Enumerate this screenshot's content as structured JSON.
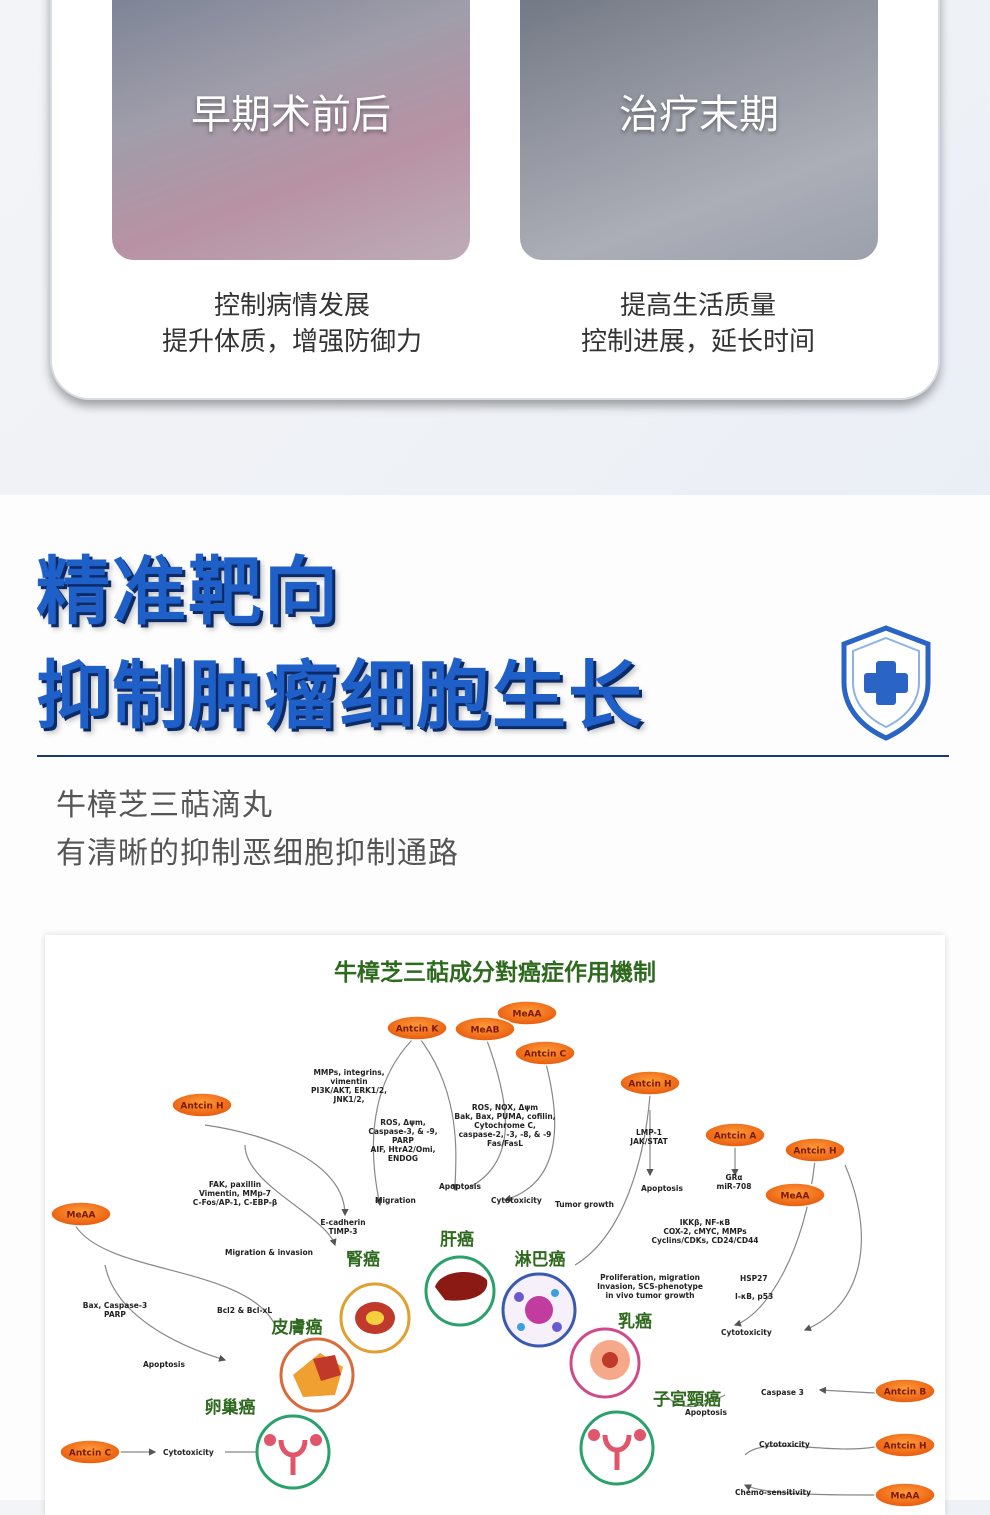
{
  "cards": [
    {
      "title": "早期术前后",
      "lines": [
        "控制病情发展",
        "提升体质，增强防御力"
      ]
    },
    {
      "title": "治疗末期",
      "lines": [
        "提高生活质量",
        "控制进展，延长时间"
      ]
    }
  ],
  "headline": {
    "line1": "精准靶向",
    "line2": "抑制肿瘤细胞生长"
  },
  "description": {
    "line1": "牛樟芝三萜滴丸",
    "line2": "有清晰的抑制恶细胞抑制通路"
  },
  "diagram": {
    "title": "牛樟芝三萜成分對癌症作用機制",
    "compounds": [
      "MeAA",
      "Antcin K",
      "MeAB",
      "Antcin C",
      "Antcin H",
      "Antcin H",
      "Antcin A",
      "Antcin H",
      "MeAA",
      "MeAA",
      "Antcin B",
      "Antcin H",
      "Antcin C",
      "MeAA"
    ],
    "cancers": [
      "肝癌",
      "腎癌",
      "淋巴癌",
      "皮膚癌",
      "乳癌",
      "卵巢癌",
      "子宮頸癌"
    ],
    "notes": {
      "n1": [
        "MMPs, integrins,",
        "vimentin",
        "PI3K/AKT, ERK1/2,",
        "JNK1/2,"
      ],
      "n2": [
        "ROS, Δψm,",
        "Caspase-3, & -9,",
        "PARP",
        "AIF, HtrA2/Omi,",
        "ENDOG"
      ],
      "n3": [
        "ROS, NOX, Δψm",
        "Bak, Bax, PUMA, cofilin,",
        "Cytochrome C,",
        "caspase-2, -3, -8, & -9",
        "Fas/FasL"
      ],
      "n4": [
        "FAK, paxillin",
        "Vimentin, MMp-7",
        "C-Fos/AP-1, C-EBP-β"
      ],
      "n5": [
        "E-cadherin",
        "TIMP-3"
      ],
      "n6": [
        "LMP-1",
        "JAK/STAT"
      ],
      "n7": [
        "GRα",
        "miR-708"
      ],
      "n8": [
        "IKKβ, NF-κB",
        "COX-2, cMYC, MMPs",
        "Cyclins/CDKs, CD24/CD44"
      ],
      "n9": [
        "Proliferation, migration",
        "Invasion, SCS-phenotype",
        "in vivo tumor growth"
      ],
      "n10": [
        "Bax, Caspase-3",
        "PARP"
      ]
    },
    "labels": {
      "migration": "Migration",
      "apoptosis": "Apoptosis",
      "cytotoxicity": "Cytotoxicity",
      "tumor_growth": "Tumor growth",
      "apoptosis2": "Apoptosis",
      "migration_invasion": "Migration & invasion",
      "bcl2": "Bcl2 & Bcl-xL",
      "apoptosis3": "Apoptosis",
      "hsp27": "HSP27",
      "ikb": "I-κB, p53",
      "cytotoxicity2": "Cytotoxicity",
      "caspase3": "Caspase 3",
      "apoptosis4": "Apoptosis",
      "cytotoxicity3": "Cytotoxicity",
      "chemo": "Chemo-sensitivity",
      "cytotoxicity4": "Cytotoxicity"
    }
  }
}
